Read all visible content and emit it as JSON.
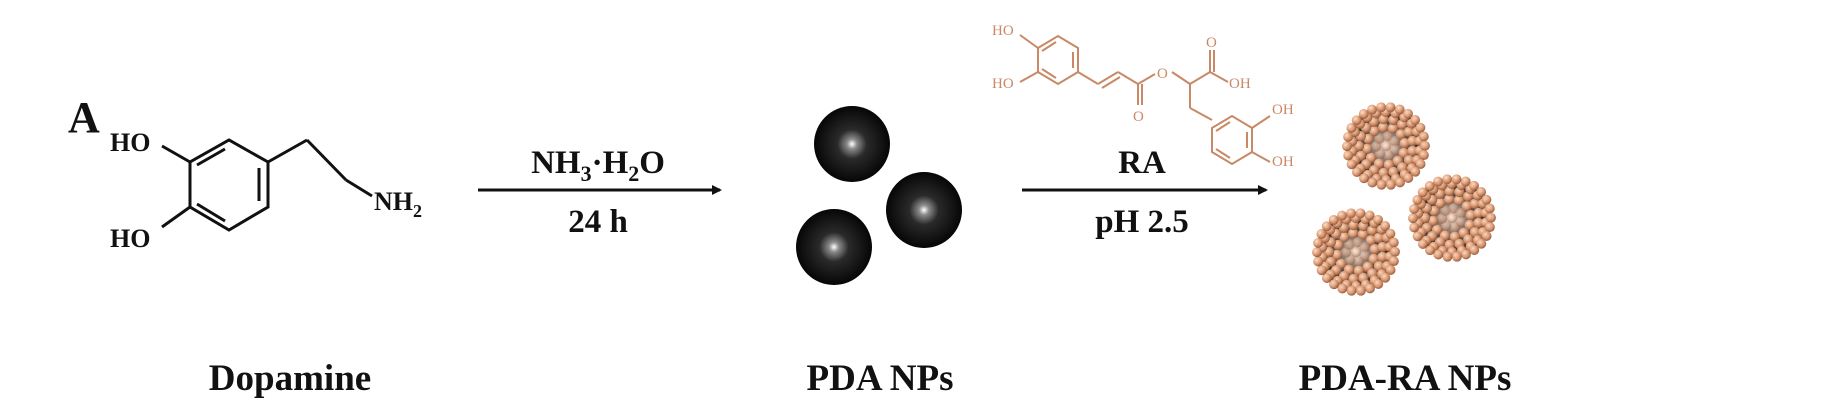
{
  "panel_label": "A",
  "dopamine": {
    "caption": "Dopamine",
    "groups": {
      "oh_top": "HO",
      "oh_bottom": "HO",
      "amine": "NH",
      "amine_sub": "2"
    }
  },
  "step1": {
    "above": {
      "a": "NH",
      "a_sub": "3",
      "b": "·H",
      "b_sub": "2",
      "c": "O"
    },
    "below": "24 h"
  },
  "pda": {
    "caption": "PDA NPs"
  },
  "step2": {
    "above": "RA",
    "below": "pH 2.5"
  },
  "ra_structure": {
    "groups": {
      "ho_top": "HO",
      "ho_bottom": "HO",
      "carbonyl_o": "O",
      "ester_o": "O",
      "acid_o": "O",
      "acid_oh": "OH",
      "oh_top": "OH",
      "oh_bottom": "OH"
    }
  },
  "pda_ra": {
    "caption": "PDA-RA NPs"
  },
  "colors": {
    "ink": "#111111",
    "ra_color": "#c98866",
    "bead": "#e4a079",
    "nanoparticle": "#111111"
  }
}
